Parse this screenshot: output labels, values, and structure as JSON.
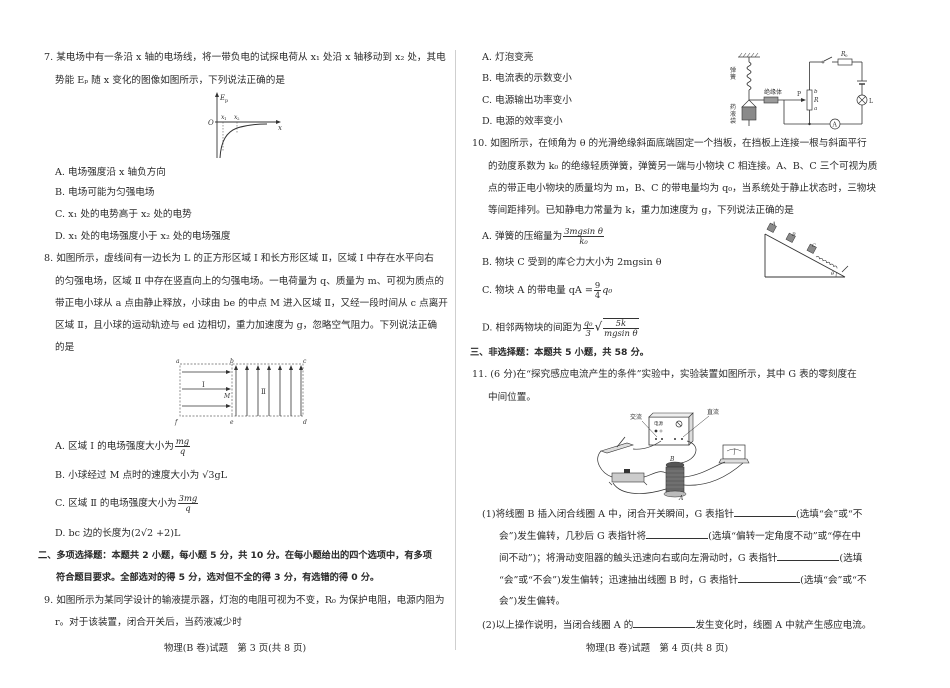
{
  "left_page": {
    "q7": {
      "stem_line1": "7. 某电场中有一条沿 x 轴的电场线，将一带负电的试探电荷从 x₁ 处沿 x 轴移动到 x₂ 处，其电",
      "stem_line2": "势能 Eₚ 随 x 变化的图像如图所示，下列说法正确的是",
      "figure": {
        "y_label": "Ep",
        "x_label": "x",
        "origin": "O",
        "marks": [
          "x₁",
          "x₂"
        ]
      },
      "options": [
        "A. 电场强度沿 x 轴负方向",
        "B. 电场可能为匀强电场",
        "C. x₁ 处的电势高于 x₂ 处的电势",
        "D. x₁ 处的电场强度小于 x₂ 处的电场强度"
      ]
    },
    "q8": {
      "stem_lines": [
        "8. 如图所示，虚线间有一边长为 L 的正方形区域 Ⅰ 和长方形区域 Ⅱ，区域 Ⅰ 中存在水平向右",
        "的匀强电场，区域 Ⅱ 中存在竖直向上的匀强电场。一电荷量为 q、质量为 m、可视为质点的",
        "带正电小球从 a 点由静止释放，小球由 be 的中点 M 进入区域 Ⅱ，又经一段时间从 c 点离开",
        "区域 Ⅱ，且小球的运动轨迹与 ed 边相切，重力加速度为 g，忽略空气阻力。下列说法正确",
        "的是"
      ],
      "figure": {
        "points": [
          "a",
          "b",
          "c",
          "d",
          "e",
          "f",
          "M"
        ],
        "regions": [
          "Ⅰ",
          "Ⅱ"
        ]
      },
      "option_a_prefix": "A. 区域 Ⅰ 的电场强度大小为",
      "option_a_num": "mg",
      "option_a_den": "q",
      "option_b": "B. 小球经过 M 点时的速度大小为 √3gL",
      "option_c_prefix": "C. 区域 Ⅱ 的电场强度大小为",
      "option_c_num": "3mg",
      "option_c_den": "q",
      "option_d": "D. bc 边的长度为(2√2 +2)L"
    },
    "section2": {
      "line1": "二、多项选择题：本题共 2 小题，每小题 5 分，共 10 分。在每小题给出的四个选项中，有多项",
      "line2": "符合题目要求。全部选对的得 5 分，选对但不全的得 3 分，有选错的得 0 分。"
    },
    "q9": {
      "line1": "9. 如图所示为某同学设计的输液提示器，灯泡的电阻可视为不变，R₀ 为保护电阻，电源内阻为",
      "line2": "r。对于该装置，闭合开关后，当药液减少时"
    },
    "footer": "物理(B 卷)试题　第 3 页(共 8 页)"
  },
  "right_page": {
    "q9_options": [
      "A. 灯泡变亮",
      "B. 电流表的示数变小",
      "C. 电源输出功率变小",
      "D. 电源的效率变小"
    ],
    "q9_figure": {
      "labels": [
        "弹簧",
        "绝缘体",
        "药液袋",
        "P",
        "b",
        "R",
        "a",
        "R₀",
        "L",
        "A"
      ]
    },
    "q10": {
      "stem_lines": [
        "10. 如图所示，在倾角为 θ 的光滑绝缘斜面底端固定一个挡板，在挡板上连接一根与斜面平行",
        "的劲度系数为 k₀ 的绝缘轻质弹簧，弹簧另一端与小物块 C 相连接。A、B、C 三个可视为质",
        "点的带正电小物块的质量均为 m，B、C 的带电量均为 q₀，当系统处于静止状态时，三物块",
        "等间距排列。已知静电力常量为 k，重力加速度为 g，下列说法正确的是"
      ],
      "option_a_prefix": "A. 弹簧的压缩量为",
      "option_a_num": "3mgsin θ",
      "option_a_den": "k₀",
      "option_b": "B. 物块 C 受到的库仑力大小为 2mgsin θ",
      "option_c_prefix": "C. 物块 A 的带电量 qA =",
      "option_c_num": "9",
      "option_c_den": "4",
      "option_c_suffix": "q₀",
      "option_d_prefix": "D. 相邻两物块的间距为",
      "option_d_num": "q₀",
      "option_d_den": "3",
      "option_d_root_num": "5k",
      "option_d_root_den": "mgsin θ",
      "figure": {
        "blocks": [
          "A",
          "B",
          "C"
        ],
        "angle": "θ"
      }
    },
    "section3": "三、非选择题：本题共 5 小题，共 58 分。",
    "q11": {
      "line1": "11. (6 分)在“探究感应电流产生的条件”实验中，实验装置如图所示，其中 G 表的零刻度在",
      "line2": "中间位置。",
      "figure": {
        "labels": [
          "交流",
          "直流",
          "电源",
          "B",
          "A",
          "G"
        ]
      },
      "p1_l1a": "(1)将线圈 B 插入闭合线圈 A 中，闭合开关瞬间，G 表指针",
      "p1_l1b": "(选填“会”或“不",
      "p1_l2a": "会”)发生偏转，几秒后 G 表指针将",
      "p1_l2b": "(选填“偏转一定角度不动”或“停在中",
      "p1_l3a": "间不动”)；将滑动变阻器的触头迅速向右或向左滑动时，G 表指针",
      "p1_l3b": "(选填",
      "p1_l4a": "“会”或“不会”)发生偏转；迅速抽出线圈 B 时，G 表指针",
      "p1_l4b": "(选填“会”或“不",
      "p1_l5": "会”)发生偏转。",
      "p2a": "(2)以上操作说明，当闭合线圈 A 的",
      "p2b": "发生变化时，线圈 A 中就产生感应电流。"
    },
    "footer": "物理(B 卷)试题　第 4 页(共 8 页)"
  }
}
